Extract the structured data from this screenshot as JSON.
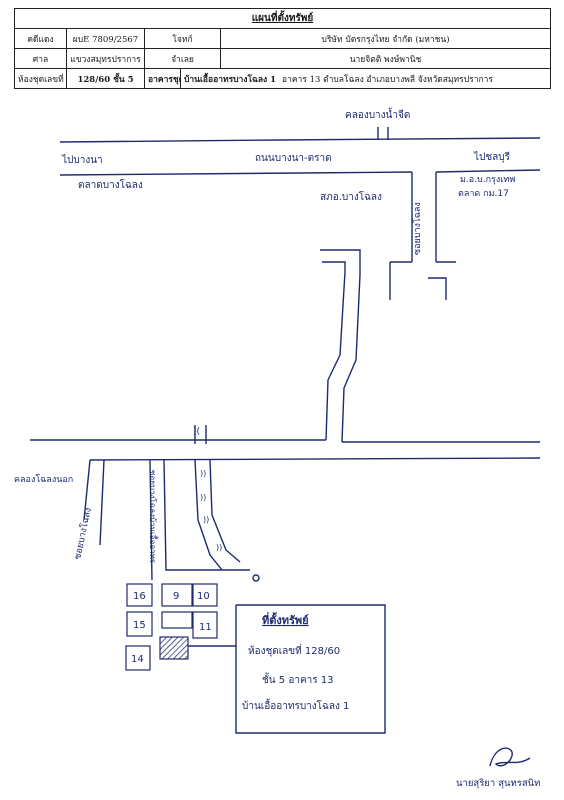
{
  "header": {
    "title": "แผนที่ตั้งทรัพย์",
    "case_label": "คดีแดง",
    "case_value": "ผบE 7809/2567",
    "plaintiff_label": "โจทก์",
    "plaintiff_value": "บริษัท บัตรกรุงไทย จำกัด (มหาชน)",
    "court_label": "ศาล",
    "court_value": "แขวงสมุทรปราการ",
    "defendant_label": "จำเลย",
    "defendant_value": "นายจิตติ พงษ์พานิช",
    "unit_label": "ห้องชุดเลขที่",
    "unit_value": "128/60 ชั้น 5",
    "building_label": "อาคารชุด",
    "building_value": "บ้านเอื้ออาทรบางโฉลง 1",
    "address_value": "อาคาร 13   ตำบลโฉลง อำเภอบางพลี จังหวัดสมุทรปราการ"
  },
  "map": {
    "canal_top": "คลองบางน้ำจืด",
    "road_left": "ไปบางนา",
    "road_main": "ถนนบางนา-ตราด",
    "road_right": "ไปชลบุรี",
    "market": "ตลาดบางโฉลง",
    "police": "สภอ.บางโฉลง",
    "university": "ม.อ.บ.กรุงเทพ",
    "km": "ตลาด กม.17",
    "soi_side": "ซอยบางโฉลง",
    "canal_left": "คลองโฉลงนอก",
    "soi_left": "ซอยบางโฉลง",
    "soi_mid": "ซอยบางโฉลงบ้านเอื้ออาทร",
    "buildings": [
      "16",
      "9",
      "10",
      "15",
      "11",
      "14"
    ],
    "callout": {
      "title": "ที่ตั้งทรัพย์",
      "line1": "ห้องชุดเลขที่ 128/60",
      "line2": "ชั้น 5 อาคาร 13",
      "line3": "บ้านเอื้ออาทรบางโฉลง 1"
    }
  },
  "signer": "นายสุริยา สุนทรสนิท",
  "colors": {
    "ink": "#1e2a6e",
    "border": "#222222"
  }
}
